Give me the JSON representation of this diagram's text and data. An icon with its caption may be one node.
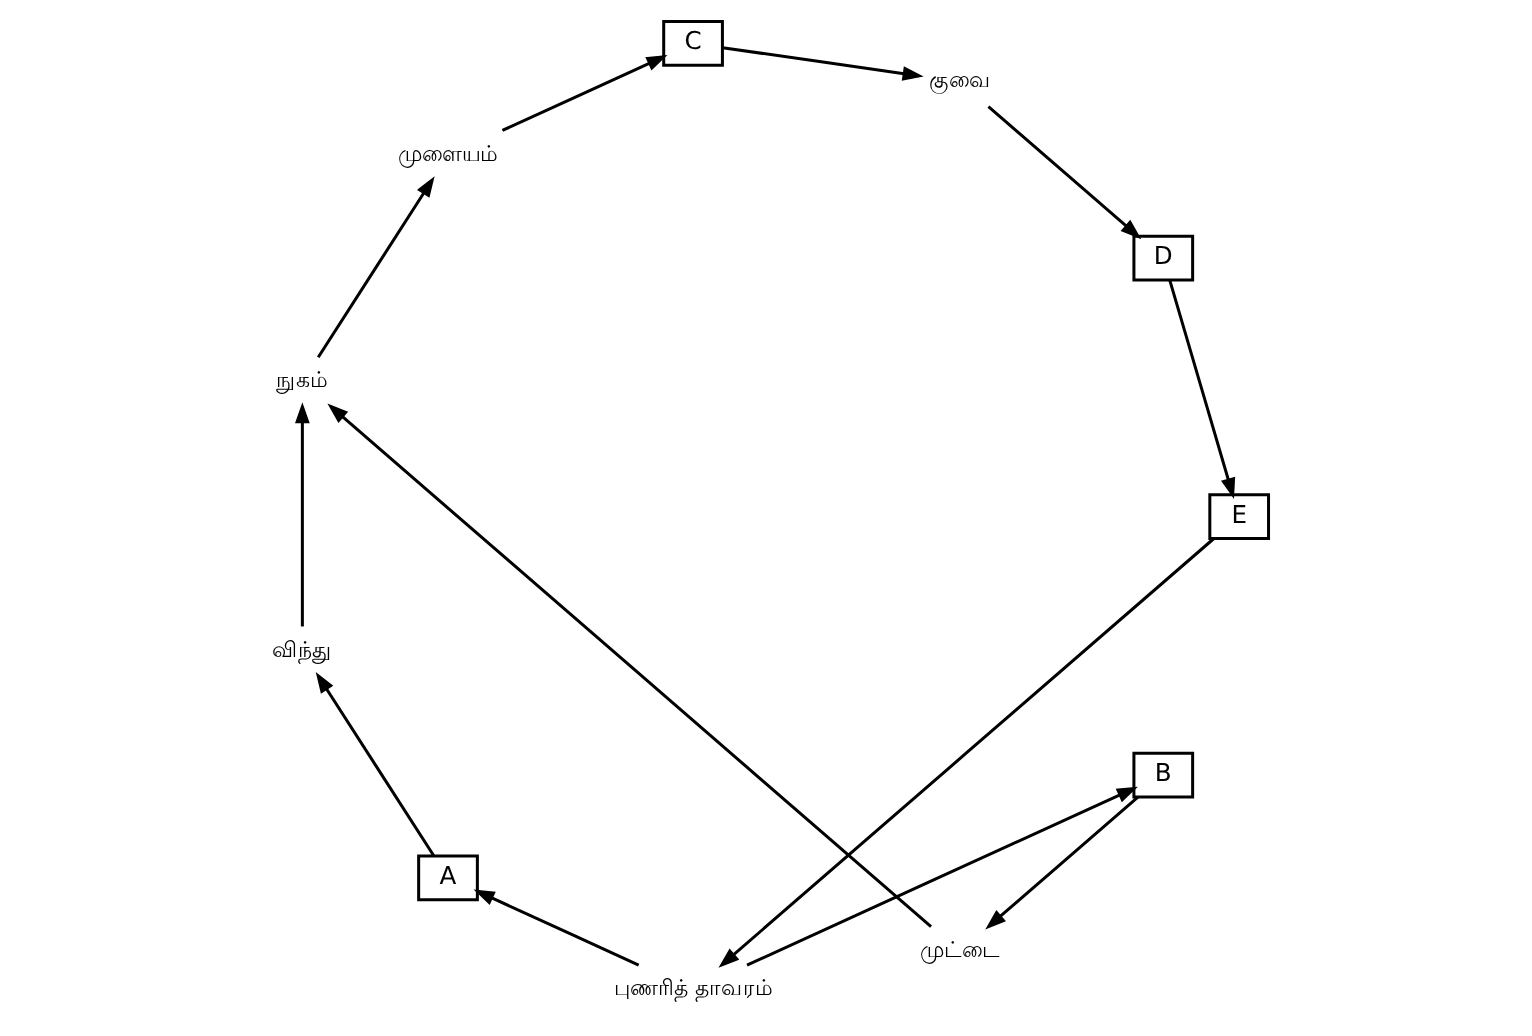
{
  "diagram": {
    "nodes": [
      {
        "text": [
          "E"
        ]
      },
      {
        "text": [
          "புணரித் தாவரம்"
        ]
      },
      {
        "text": [
          "D"
        ]
      },
      {
        "text": [
          "A"
        ]
      },
      {
        "text": [
          "B"
        ]
      },
      {
        "text": [
          "குவை"
        ]
      },
      {
        "text": [
          "C"
        ]
      },
      {
        "text": [
          "விந்து"
        ]
      },
      {
        "text": [
          "முட்டை"
        ]
      },
      {
        "text": [
          "முளையம்"
        ]
      },
      {
        "text": [
          "நுகம்"
        ]
      }
    ],
    "edges": [
      {
        "from": 2,
        "to": 0,
        "arrow": "to"
      },
      {
        "from": 0,
        "to": 1,
        "arrow": "to"
      },
      {
        "from": 1,
        "to": 4,
        "arrow": "to"
      },
      {
        "from": 1,
        "to": 3,
        "arrow": "to"
      },
      {
        "from": 3,
        "to": 7,
        "arrow": "to"
      },
      {
        "from": 4,
        "to": 8,
        "arrow": "to"
      },
      {
        "from": 7,
        "to": 10,
        "arrow": "to"
      },
      {
        "from": 8,
        "to": 10,
        "arrow": "to"
      },
      {
        "from": 10,
        "to": 9,
        "arrow": "to"
      },
      {
        "from": 9,
        "to": 6,
        "arrow": "to"
      },
      {
        "from": 6,
        "to": 5,
        "arrow": "to"
      },
      {
        "from": 5,
        "to": 2,
        "arrow": "to"
      }
    ]
  }
}
